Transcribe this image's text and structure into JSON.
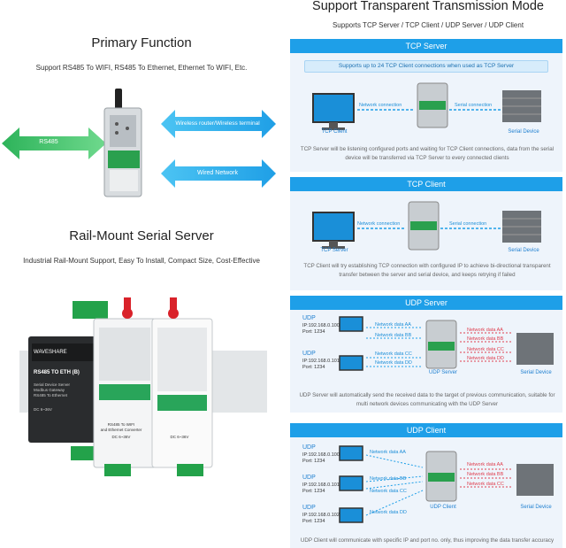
{
  "left": {
    "primary_title": "Primary Function",
    "primary_sub": "Support RS485 To WIFI, RS485 To Ethernet, Ethernet To WIFI, Etc.",
    "arrow_rs485": "RS485",
    "arrow_wireless": "Wireless router/Wireless terminal",
    "arrow_wired": "Wired Network",
    "rail_title": "Rail-Mount Serial Server",
    "rail_sub": "Industrial Rail-Mount Support, Easy To Install, Compact Size, Cost-Effective",
    "device_brand": "WAVESHARE",
    "device_model": "RS485 TO ETH (B)",
    "device_desc": "Serial Device Server\nModbus Gateway\nRS485 To Ethernet",
    "device_power": "DC 6~36V",
    "device2_desc": "RS485 To WIFI\nand Ethernet Converter",
    "device2_power": "DC 6~36V",
    "device3_power": "DC 6~36V"
  },
  "right": {
    "title": "Support Transparent Transmission Mode",
    "subtitle": "Supports TCP Server / TCP Client / UDP Server / UDP Client",
    "tcp_server": {
      "header": "TCP Server",
      "note": "Supports up to 24 TCP Client connections when used as TCP Server",
      "left_label": "TCP Client",
      "right_label": "Serial Device",
      "net_label": "Network connection",
      "serial_label": "Serial connection",
      "desc": "TCP Server will be listening configured ports and waiting for TCP Client connections, data from the serial device will be transferred via TCP Server to every connected clients"
    },
    "tcp_client": {
      "header": "TCP Client",
      "left_label": "TCP Server",
      "right_label": "Serial Device",
      "net_label": "Network connection",
      "serial_label": "Serial connection",
      "desc": "TCP Client will try establishing TCP connection with configured IP to achieve bi-directional transparent transfer between the server and serial device, and keeps retrying if failed"
    },
    "udp_server": {
      "header": "UDP Server",
      "pcs": [
        {
          "name": "UDP",
          "ip": "IP:192.168.0.100",
          "port": "Port: 1234",
          "a": "Network data AA",
          "b": "Network data BB"
        },
        {
          "name": "UDP",
          "ip": "IP:192.168.0.101",
          "port": "Port: 1234",
          "a": "Network data CC",
          "b": "Network data DD"
        }
      ],
      "red": [
        "Network data AA",
        "Network data BB",
        "Network data CC",
        "Network data DD"
      ],
      "center_label": "UDP Server",
      "right_label": "Serial Device",
      "desc": "UDP Server will automatically send the received data to the target of previous communication, suitable for multi network devices communicating with the UDP Server"
    },
    "udp_client": {
      "header": "UDP Client",
      "pcs": [
        {
          "name": "UDP",
          "ip": "IP:192.168.0.100",
          "port": "Port: 1234",
          "a": "Network data AA"
        },
        {
          "name": "UDP",
          "ip": "IP:192.168.0.101",
          "port": "Port: 1234",
          "a": "Network data BB",
          "b": "Network data CC"
        },
        {
          "name": "UDP",
          "ip": "IP:192.168.0.102",
          "port": "Port: 1234",
          "a": "Network data DD"
        }
      ],
      "red": [
        "Network data AA",
        "Network data BB",
        "Network data CC"
      ],
      "center_label": "UDP Client",
      "right_label": "Serial Device",
      "desc": "UDP Client will communicate with specific IP and port no. only, thus improving the data transfer accuracy"
    }
  }
}
